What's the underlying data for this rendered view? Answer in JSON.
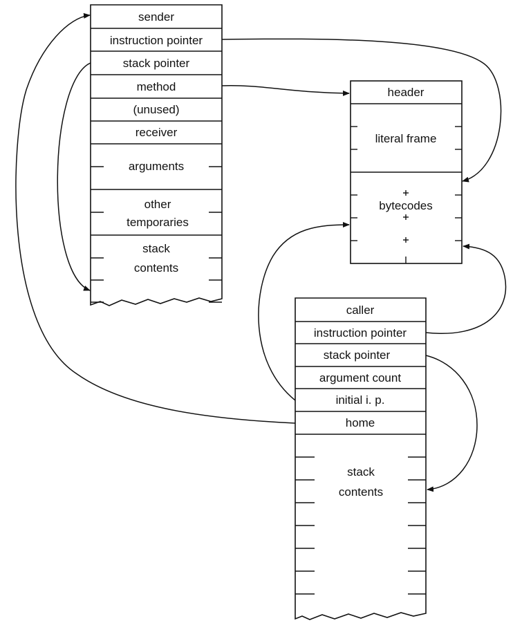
{
  "method_context": {
    "fields": [
      "sender",
      "instruction pointer",
      "stack pointer",
      "method",
      "(unused)",
      "receiver",
      "arguments",
      "other",
      "temporaries",
      "stack",
      "contents"
    ]
  },
  "compiled_method": {
    "fields": [
      "header",
      "literal frame",
      "bytecodes"
    ]
  },
  "block_context": {
    "fields": [
      "caller",
      "instruction pointer",
      "stack pointer",
      "argument count",
      "initial i. p.",
      "home",
      "stack",
      "contents"
    ]
  }
}
